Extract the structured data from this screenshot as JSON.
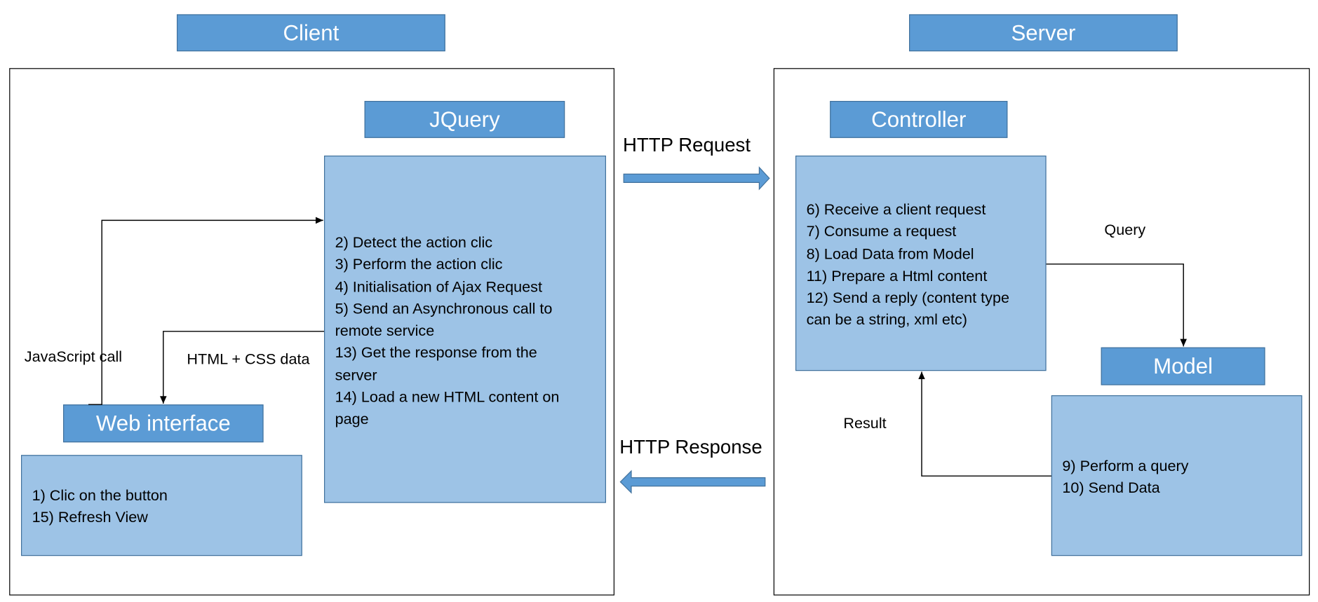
{
  "client": {
    "title": "Client",
    "jquery": {
      "title": "JQuery",
      "steps": [
        "2) Detect the action clic",
        "3) Perform the action clic",
        "4) Initialisation of Ajax Request",
        "5) Send an Asynchronous call to",
        "remote service",
        "13) Get the response from the",
        "server",
        "14) Load a new HTML content on",
        "page"
      ]
    },
    "web_interface": {
      "title": "Web interface",
      "steps": [
        "1) Clic on the button",
        "15) Refresh View"
      ]
    },
    "labels": {
      "javascript_call": "JavaScript call",
      "html_css_data": "HTML + CSS data"
    }
  },
  "server": {
    "title": "Server",
    "controller": {
      "title": "Controller",
      "steps": [
        "6) Receive a client request",
        "7) Consume a request",
        "8) Load Data from Model",
        "11) Prepare a Html content",
        "12) Send a reply (content type",
        "can be a string, xml etc)"
      ]
    },
    "model": {
      "title": "Model",
      "steps": [
        "9) Perform a query",
        "10) Send Data"
      ]
    },
    "labels": {
      "query": "Query",
      "result": "Result"
    }
  },
  "http": {
    "request": "HTTP Request",
    "response": "HTTP Response"
  },
  "colors": {
    "header_fill": "#5b9bd5",
    "content_fill": "#9dc3e6",
    "border": "#41719c"
  }
}
